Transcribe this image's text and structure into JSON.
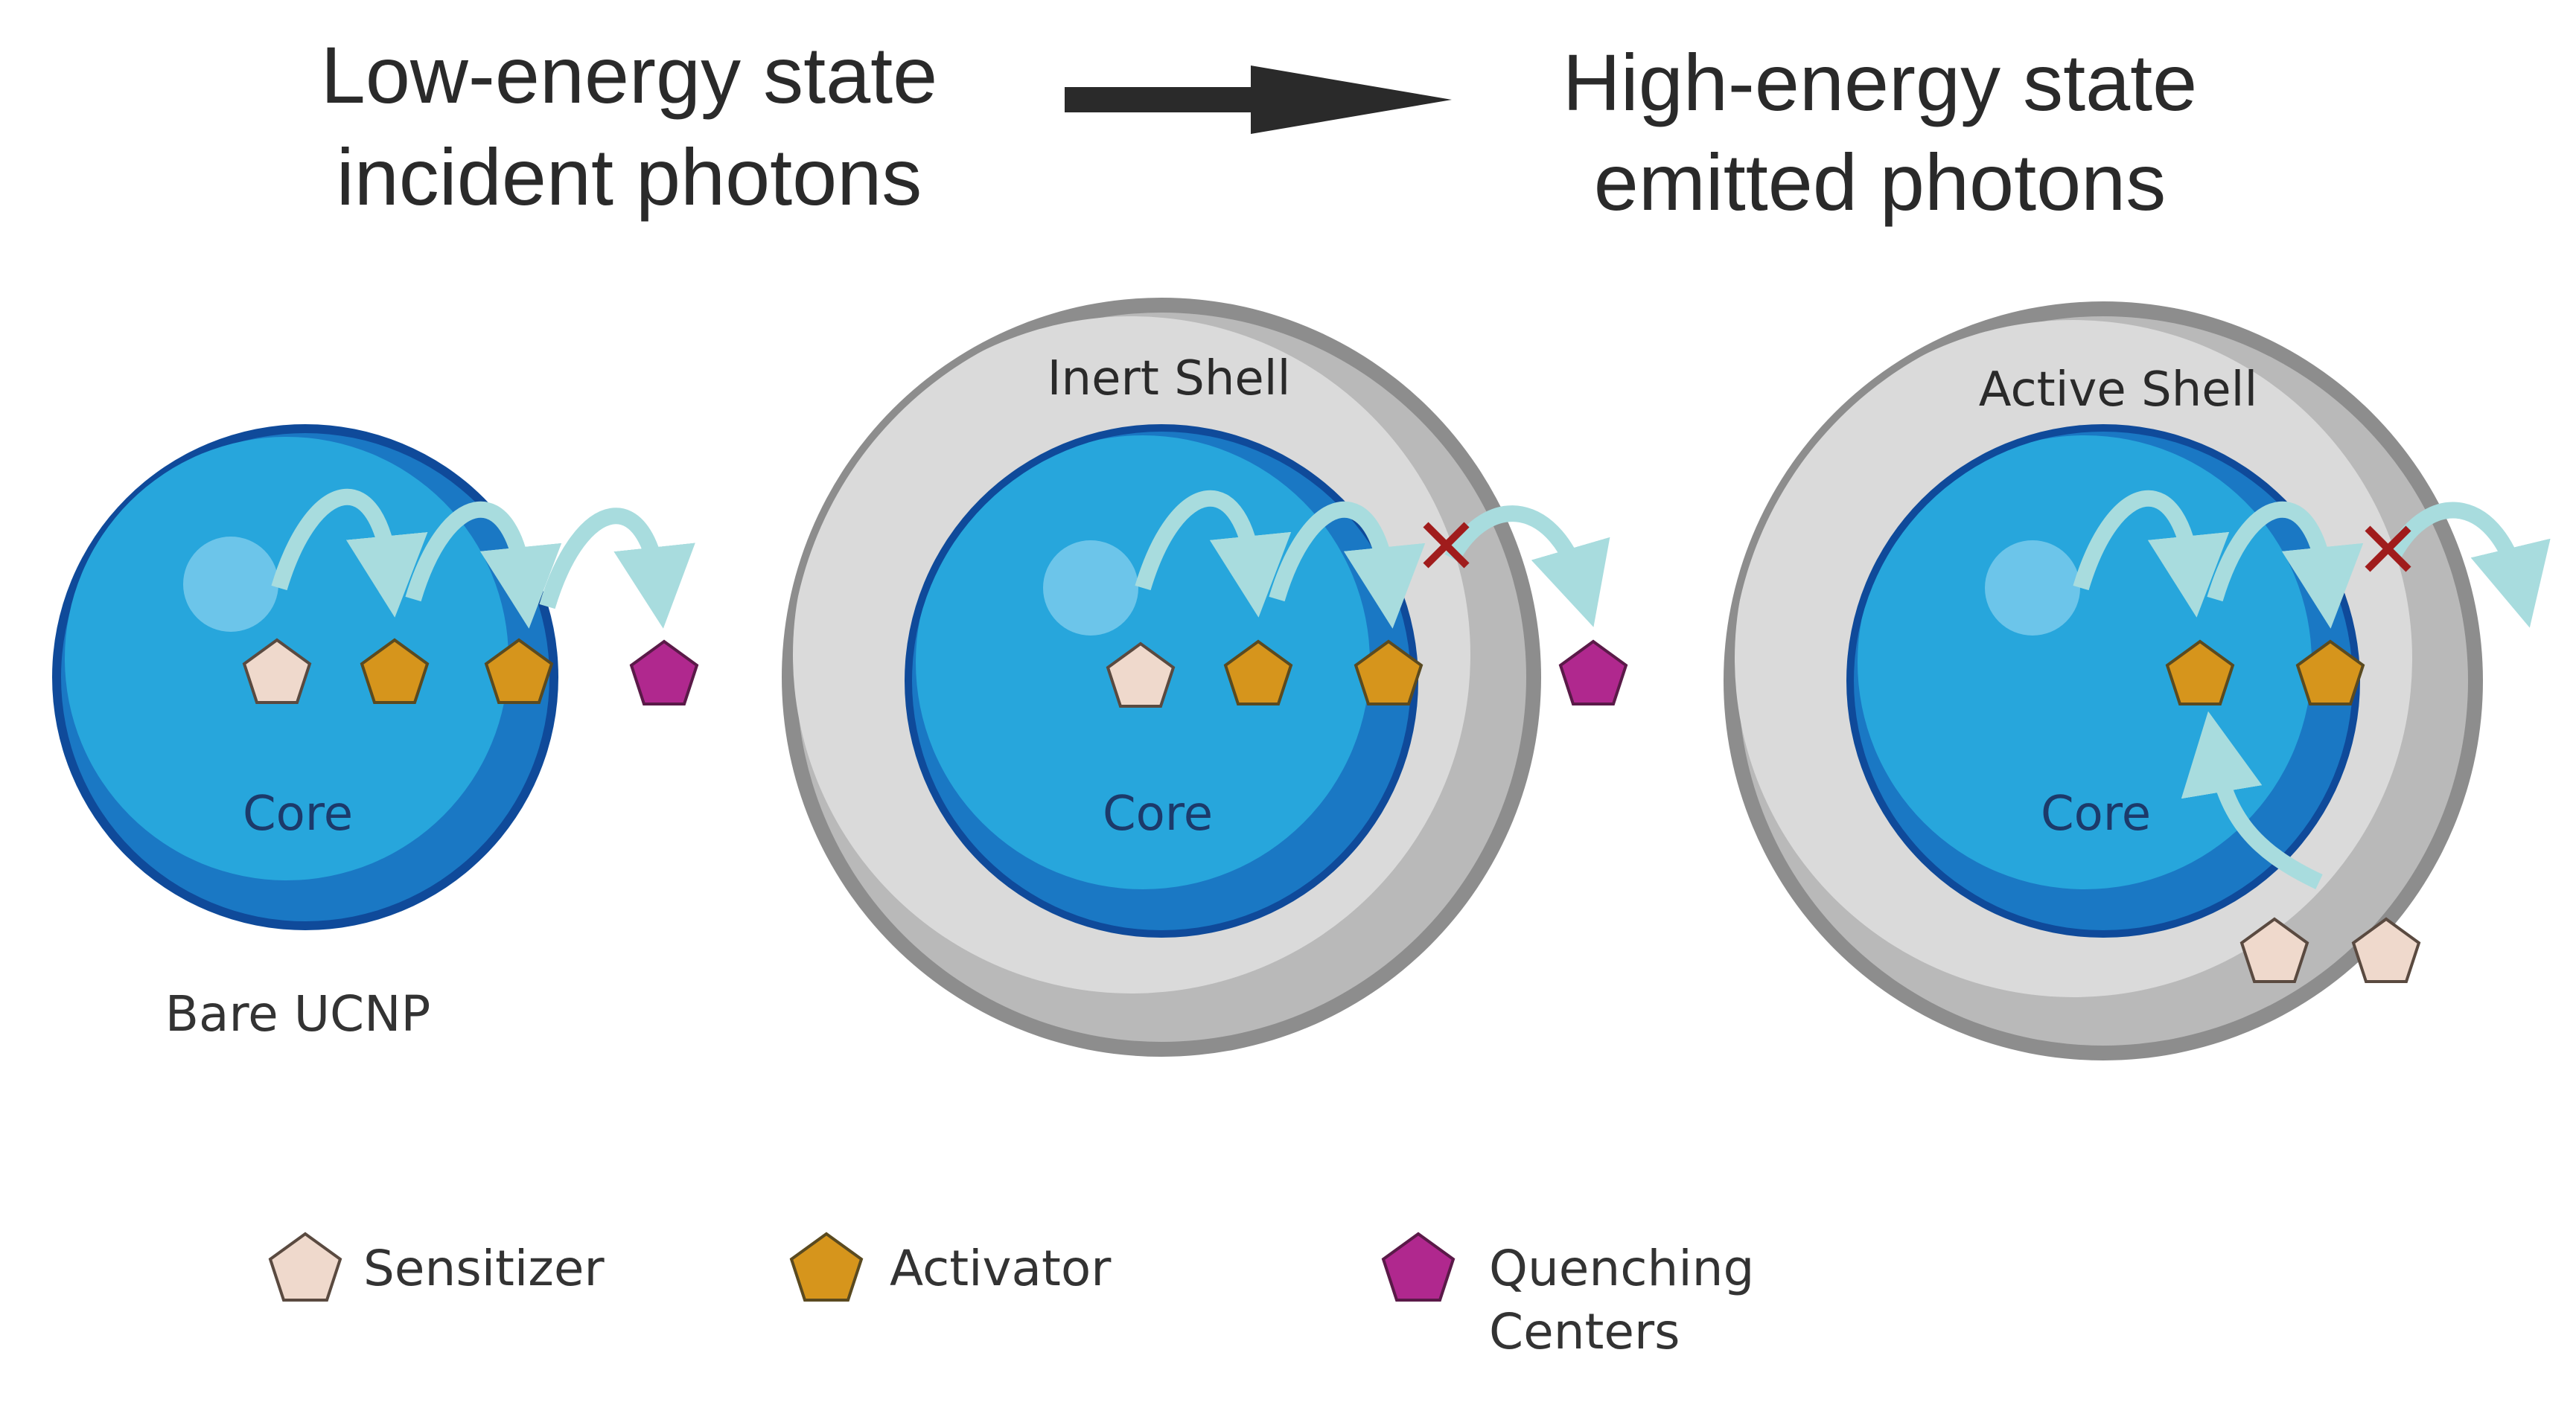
{
  "header": {
    "left_line1": "Low-energy state",
    "left_line2": "incident photons",
    "right_line1": "High-energy state",
    "right_line2": "emitted photons"
  },
  "panels": {
    "bare": {
      "core_label": "Core",
      "caption": "Bare UCNP"
    },
    "inert": {
      "shell_label": "Inert Shell",
      "core_label": "Core"
    },
    "active": {
      "shell_label": "Active Shell",
      "core_label": "Core"
    }
  },
  "legend": {
    "sensitizer": "Sensitizer",
    "activator": "Activator",
    "quenching_line1": "Quenching",
    "quenching_line2": "Centers"
  },
  "colors": {
    "core_outer": "#0f4a9a",
    "core_body": "#1a78c4",
    "core_highlight": "#27a6dc",
    "shell_outer": "#8d8d8d",
    "shell_body": "#b9b9b9",
    "shell_light": "#dadada",
    "sensitizer": "#efd9cc",
    "activator": "#d6951c",
    "quencher": "#b0288e",
    "energy_arrow": "#a8dcde",
    "blocked_mark": "#a01c1c"
  }
}
